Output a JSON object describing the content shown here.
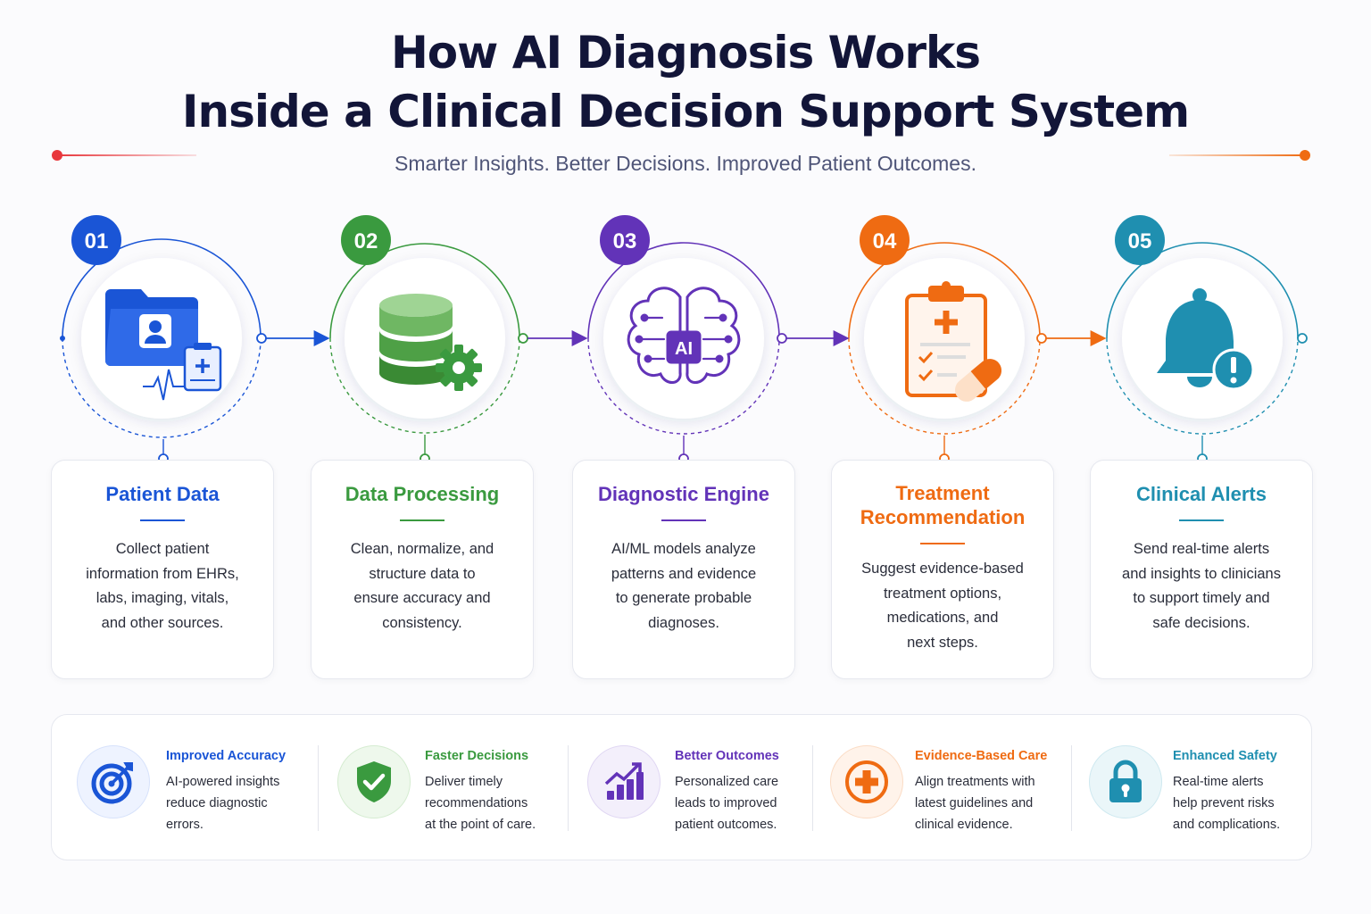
{
  "header": {
    "title_line1": "How AI Diagnosis Works",
    "title_line2": "Inside a Clinical Decision Support System",
    "subtitle": "Smarter Insights. Better Decisions. Improved Patient Outcomes."
  },
  "colors": {
    "navy": "#121538",
    "blue": "#1a55d6",
    "green": "#3a9a3f",
    "purple": "#6233b8",
    "orange": "#ef6b12",
    "teal": "#1f8fb0",
    "red": "#e8383d"
  },
  "steps": [
    {
      "number": "01",
      "title": "Patient Data",
      "desc": [
        "Collect patient",
        "information from EHRs,",
        "labs, imaging, vitals,",
        "and other sources."
      ],
      "icon": "patient-folder-icon"
    },
    {
      "number": "02",
      "title": "Data Processing",
      "desc": [
        "Clean, normalize, and",
        "structure data to",
        "ensure accuracy and",
        "consistency."
      ],
      "icon": "database-gear-icon"
    },
    {
      "number": "03",
      "title": "Diagnostic Engine",
      "desc": [
        "AI/ML models analyze",
        "patterns and evidence",
        "to generate probable",
        "diagnoses."
      ],
      "icon": "ai-brain-icon",
      "icon_label": "AI"
    },
    {
      "number": "04",
      "title_lines": [
        "Treatment",
        "Recommendation"
      ],
      "desc": [
        "Suggest evidence-based",
        "treatment options,",
        "medications, and",
        "next steps."
      ],
      "icon": "clipboard-pill-icon"
    },
    {
      "number": "05",
      "title": "Clinical Alerts",
      "desc": [
        "Send real-time alerts",
        "and insights to clinicians",
        "to support timely and",
        "safe decisions."
      ],
      "icon": "alert-bell-icon"
    }
  ],
  "benefits": [
    {
      "title": "Improved Accuracy",
      "desc": [
        "AI-powered insights",
        "reduce diagnostic",
        "errors."
      ],
      "icon": "target-icon"
    },
    {
      "title": "Faster Decisions",
      "desc": [
        "Deliver timely",
        "recommendations",
        "at the point of care."
      ],
      "icon": "shield-check-icon"
    },
    {
      "title": "Better Outcomes",
      "desc": [
        "Personalized care",
        "leads to improved",
        "patient outcomes."
      ],
      "icon": "growth-chart-icon"
    },
    {
      "title": "Evidence-Based Care",
      "desc": [
        "Align treatments with",
        "latest guidelines and",
        "clinical evidence."
      ],
      "icon": "medical-cross-icon"
    },
    {
      "title": "Enhanced Safety",
      "desc": [
        "Real-time alerts",
        "help prevent risks",
        "and complications."
      ],
      "icon": "lock-icon"
    }
  ]
}
